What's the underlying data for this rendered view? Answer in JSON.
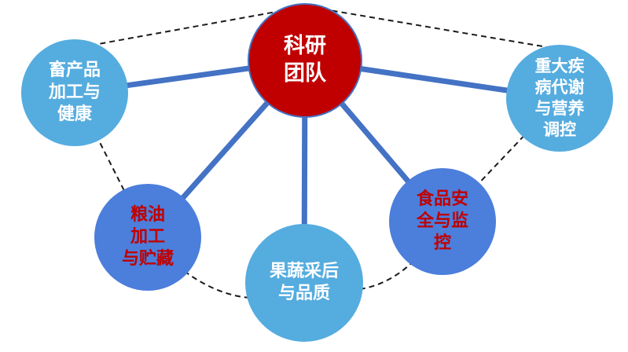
{
  "diagram": {
    "center": {
      "label": "科研\n团队",
      "bg": "#C00000",
      "fg": "#FFFFFF"
    },
    "nodes": [
      {
        "id": "livestock-processing",
        "label": "畜产品\n加工与\n健康",
        "bg": "#55ACDF",
        "fg": "#FFFFFF"
      },
      {
        "id": "major-disease-nutrition",
        "label": "重大疾\n病代谢\n与营养\n调控",
        "bg": "#55ACDF",
        "fg": "#FFFFFF"
      },
      {
        "id": "grain-oil-processing",
        "label": "粮油\n加工\n与贮藏",
        "bg": "#4C7EDB",
        "fg": "#C00000"
      },
      {
        "id": "fruit-vegetable-postharvest",
        "label": "果蔬采后\n与品质",
        "bg": "#55ACDF",
        "fg": "#FFFFFF"
      },
      {
        "id": "food-safety-monitoring",
        "label": "食品安\n全与监\n控",
        "bg": "#4C7EDB",
        "fg": "#C00000"
      }
    ],
    "connector_color": "#4472C4",
    "dashed_color": "#1a1a1a"
  }
}
